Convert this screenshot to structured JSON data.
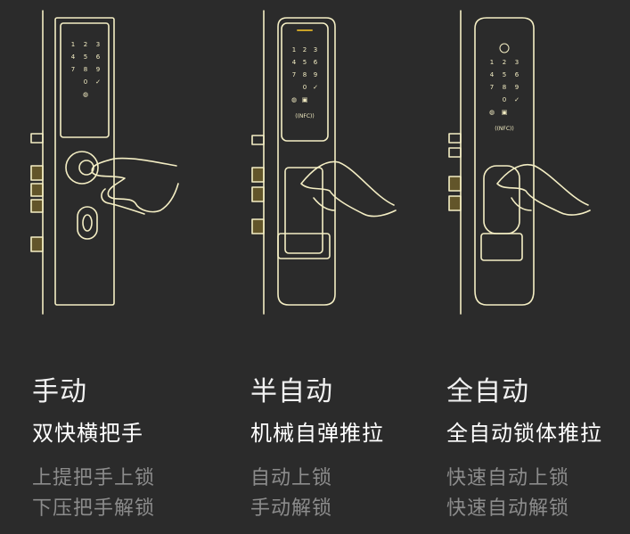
{
  "colors": {
    "background": "#2b2b2b",
    "line": "#f4eec4",
    "accent": "#c9a227",
    "title": "#f2f2f2",
    "note": "#8c8c8c"
  },
  "icons": [
    "fingerprint-icon",
    "nfc-icon",
    "camera-icon"
  ],
  "keypad": [
    "1",
    "2",
    "3",
    "4",
    "5",
    "6",
    "7",
    "8",
    "9",
    "0",
    "✓"
  ],
  "locks": [
    {
      "title": "手动",
      "subtitle": "双快横把手",
      "notes": [
        "上提把手上锁",
        "下压把手解锁"
      ]
    },
    {
      "title": "半自动",
      "subtitle": "机械自弹推拉",
      "nfc_label": "((NFC))",
      "notes": [
        "自动上锁",
        "手动解锁"
      ]
    },
    {
      "title": "全自动",
      "subtitle": "全自动锁体推拉",
      "nfc_label": "((NFC))",
      "notes": [
        "快速自动上锁",
        "快速自动解锁"
      ]
    }
  ]
}
